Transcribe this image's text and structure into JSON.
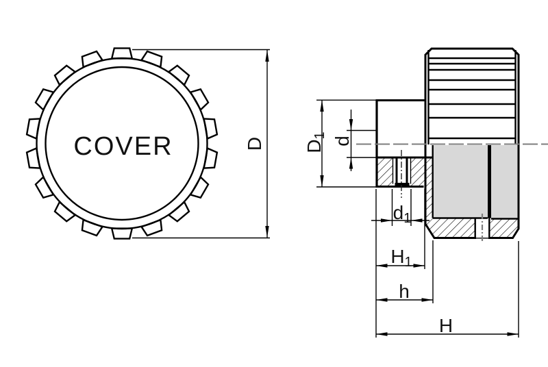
{
  "drawing": {
    "face_text": "COVER",
    "dim_labels": {
      "outer_diameter": "D",
      "boss_diameter_base": "D",
      "boss_diameter_sub": "1",
      "bore_diameter": "d",
      "thread_diameter_base": "d",
      "thread_diameter_sub": "1",
      "boss_length_base": "H",
      "boss_length_sub": "1",
      "hub_depth": "h",
      "total_length": "H"
    },
    "colors": {
      "line": "#000000",
      "centerline_gray": "#7d7d7d",
      "section_fill": "#d8d8d8",
      "background": "#ffffff"
    }
  }
}
